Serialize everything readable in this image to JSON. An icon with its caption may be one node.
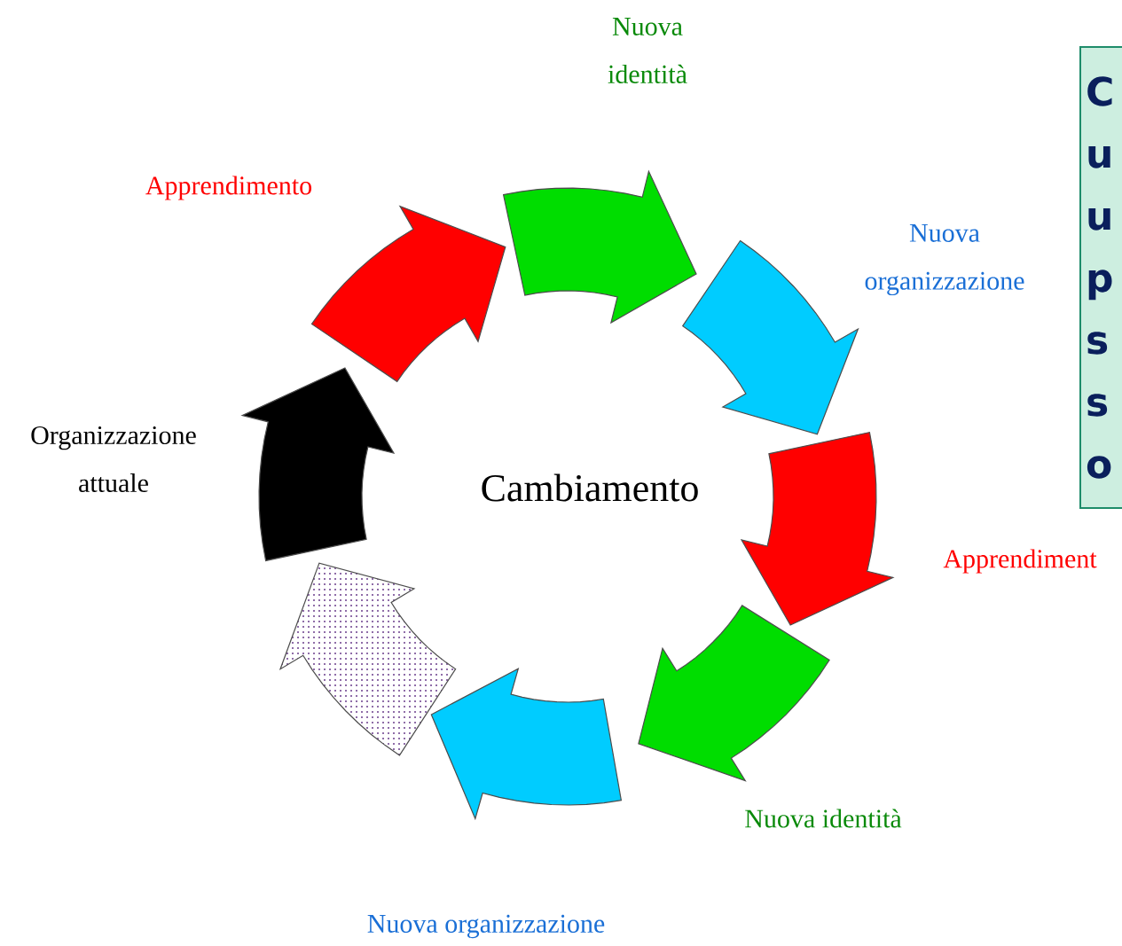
{
  "diagram": {
    "nodes": [
      {
        "text": [
          "C u u p s s o"
        ]
      }
    ],
    "labels": [
      "Nuova identità",
      "Apprendimento",
      "Nuova organizzazione",
      "Organizzazione attuale",
      "Cambiamento",
      "Apprendiment",
      "Nuova identità",
      "Nuova organizzazione"
    ]
  }
}
